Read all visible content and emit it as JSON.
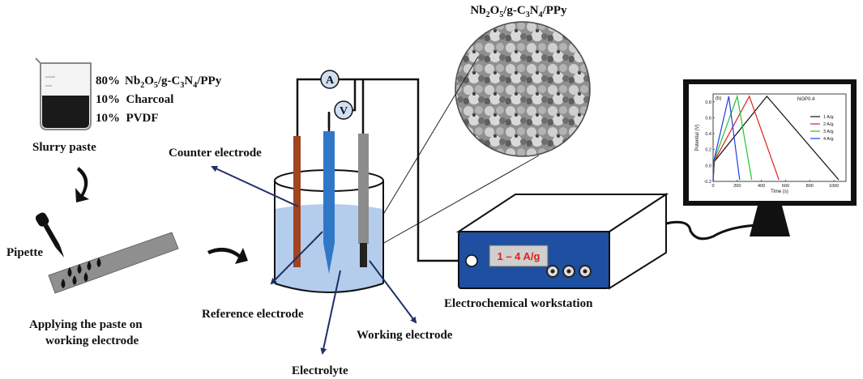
{
  "title_composite": {
    "base1": "Nb",
    "sub1": "2",
    "base2": "O",
    "sub2": "5",
    "base3": "/g-C",
    "sub3": "3",
    "base4": "N",
    "sub4": "4",
    "base5": "/PPy"
  },
  "recipe": {
    "line1": {
      "pct": "80%",
      "base1": "Nb",
      "sub1": "2",
      "base2": "O",
      "sub2": "5",
      "base3": "/g-C",
      "sub3": "3",
      "base4": "N",
      "sub4": "4",
      "base5": "/PPy"
    },
    "line2": "10%  Charcoal",
    "line3": "10%  PVDF"
  },
  "labels": {
    "slurry": "Slurry paste",
    "pipette": "Pipette",
    "apply1": "Applying the paste on",
    "apply2": "working electrode",
    "counter": "Counter electrode",
    "reference": "Reference electrode",
    "working": "Working electrode",
    "electrolyte": "Electrolyte",
    "workstation": "Electrochemical workstation",
    "ammeter": "A",
    "voltmeter": "V",
    "display": "1 – 4 A/g"
  },
  "colors": {
    "counter": "#a0451f",
    "reference": "#2f78c8",
    "working": "#8c8c8c",
    "electrolyte": "#b4cdec",
    "workstation": "#1f4fa0",
    "arrow": "#1f2f6b",
    "display_text": "#e0201a"
  },
  "chart_data": {
    "type": "line",
    "panel": "(b)",
    "title": "NGP0.4",
    "xlabel": "Time (s)",
    "ylabel": "Potential (V)",
    "xlim": [
      0,
      1100
    ],
    "ylim": [
      -0.2,
      0.9
    ],
    "xticks": [
      0,
      200,
      400,
      600,
      800,
      1000
    ],
    "yticks": [
      -0.2,
      0.0,
      0.2,
      0.4,
      0.6,
      0.8
    ],
    "series": [
      {
        "name": "1 A/g",
        "color": "#111111",
        "x": [
          0,
          10,
          445,
          1040
        ],
        "y": [
          -0.2,
          0.05,
          0.87,
          -0.18
        ]
      },
      {
        "name": "2 A/g",
        "color": "#e0201a",
        "x": [
          0,
          8,
          300,
          545
        ],
        "y": [
          -0.2,
          0.05,
          0.87,
          -0.18
        ]
      },
      {
        "name": "3 A/g",
        "color": "#1fc23a",
        "x": [
          0,
          6,
          200,
          320
        ],
        "y": [
          -0.2,
          0.05,
          0.87,
          -0.18
        ]
      },
      {
        "name": "4 A/g",
        "color": "#1f3fe0",
        "x": [
          0,
          5,
          130,
          220
        ],
        "y": [
          -0.2,
          0.05,
          0.87,
          -0.18
        ]
      }
    ]
  }
}
